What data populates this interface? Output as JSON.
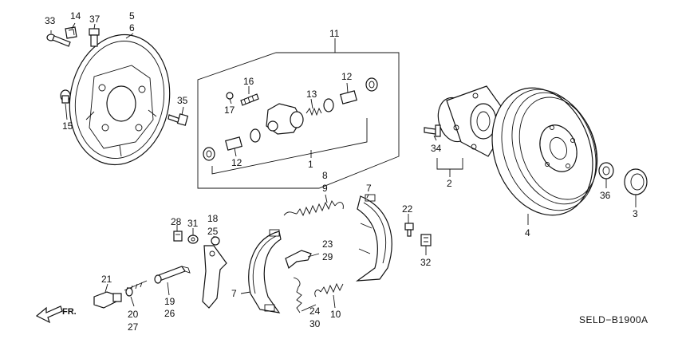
{
  "diagram": {
    "code": "SELD−B1900A",
    "direction_label": "FR.",
    "callouts": [
      {
        "id": "c33",
        "text": "33"
      },
      {
        "id": "c14",
        "text": "14"
      },
      {
        "id": "c37",
        "text": "37"
      },
      {
        "id": "c5",
        "text": "5"
      },
      {
        "id": "c6",
        "text": "6"
      },
      {
        "id": "c15",
        "text": "15"
      },
      {
        "id": "c35",
        "text": "35"
      },
      {
        "id": "c11",
        "text": "11"
      },
      {
        "id": "c16",
        "text": "16"
      },
      {
        "id": "c17",
        "text": "17"
      },
      {
        "id": "c13",
        "text": "13"
      },
      {
        "id": "c12a",
        "text": "12"
      },
      {
        "id": "c12b",
        "text": "12"
      },
      {
        "id": "c1",
        "text": "1"
      },
      {
        "id": "c34",
        "text": "34"
      },
      {
        "id": "c2",
        "text": "2"
      },
      {
        "id": "c4",
        "text": "4"
      },
      {
        "id": "c36",
        "text": "36"
      },
      {
        "id": "c3",
        "text": "3"
      },
      {
        "id": "c8",
        "text": "8"
      },
      {
        "id": "c9",
        "text": "9"
      },
      {
        "id": "c7a",
        "text": "7"
      },
      {
        "id": "c22",
        "text": "22"
      },
      {
        "id": "c32",
        "text": "32"
      },
      {
        "id": "c28",
        "text": "28"
      },
      {
        "id": "c31",
        "text": "31"
      },
      {
        "id": "c18",
        "text": "18"
      },
      {
        "id": "c25",
        "text": "25"
      },
      {
        "id": "c23",
        "text": "23"
      },
      {
        "id": "c29",
        "text": "29"
      },
      {
        "id": "c7b",
        "text": "7"
      },
      {
        "id": "c21",
        "text": "21"
      },
      {
        "id": "c20",
        "text": "20"
      },
      {
        "id": "c27",
        "text": "27"
      },
      {
        "id": "c19",
        "text": "19"
      },
      {
        "id": "c26",
        "text": "26"
      },
      {
        "id": "c24",
        "text": "24"
      },
      {
        "id": "c30",
        "text": "30"
      },
      {
        "id": "c10",
        "text": "10"
      }
    ]
  }
}
